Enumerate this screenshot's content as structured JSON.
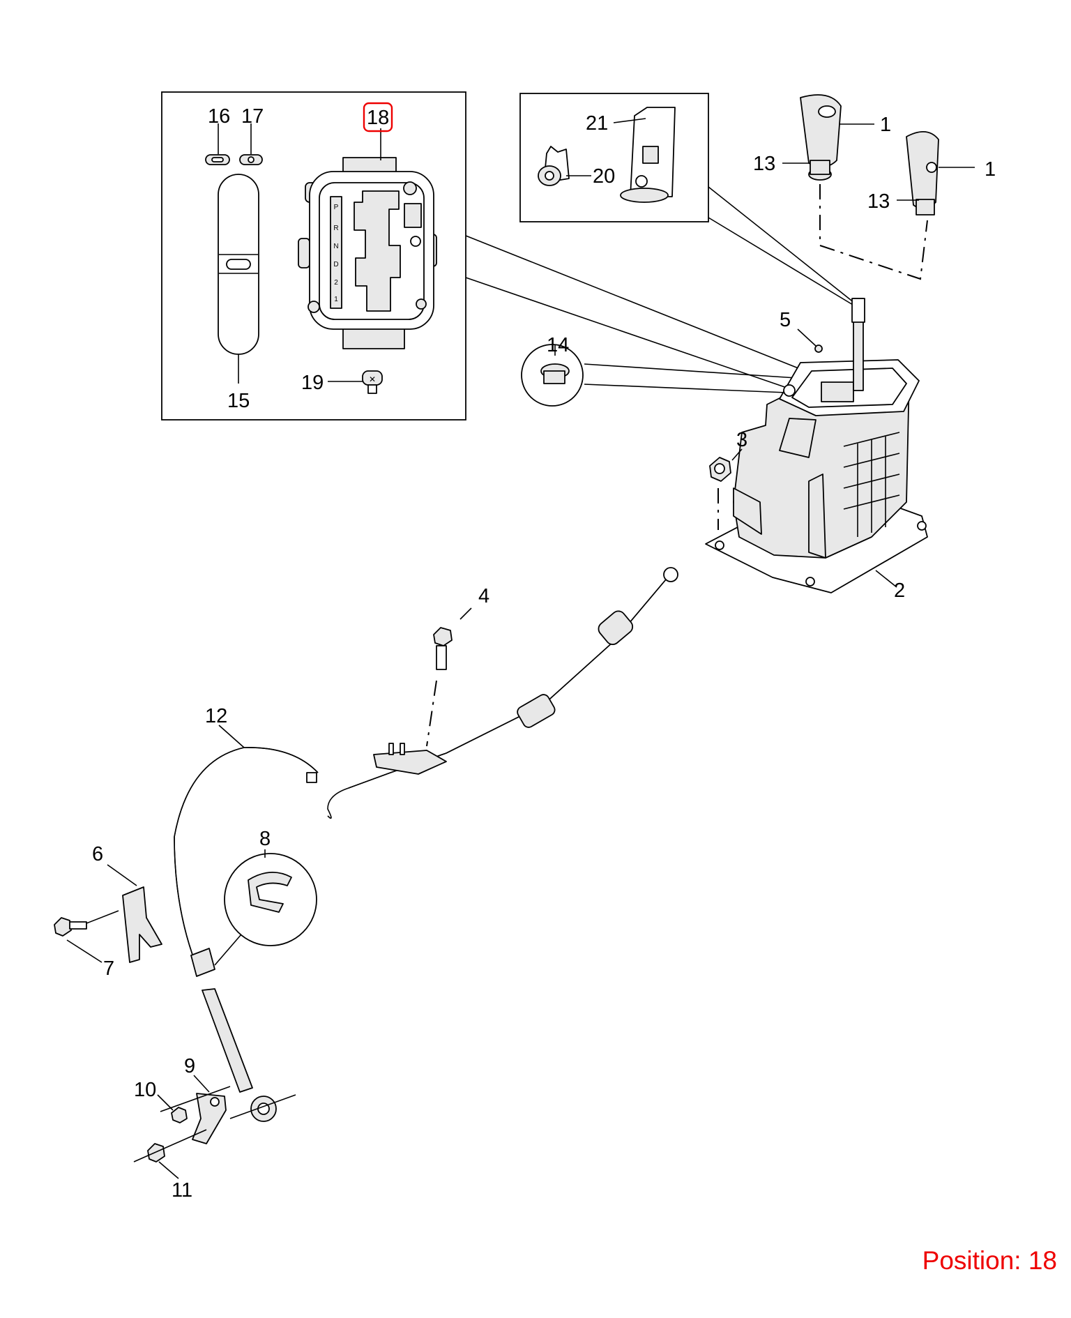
{
  "callouts": {
    "c1a": "1",
    "c1b": "1",
    "c2": "2",
    "c3": "3",
    "c4": "4",
    "c5": "5",
    "c6": "6",
    "c7": "7",
    "c8": "8",
    "c9": "9",
    "c10": "10",
    "c11": "11",
    "c12": "12",
    "c13a": "13",
    "c13b": "13",
    "c14": "14",
    "c15": "15",
    "c16": "16",
    "c17": "17",
    "c18": "18",
    "c19": "19",
    "c20": "20",
    "c21": "21"
  },
  "indicator_letters": [
    "P",
    "R",
    "N",
    "D",
    "2",
    "1"
  ],
  "position_label": "Position: 18",
  "highlight_color": "#ee0000"
}
